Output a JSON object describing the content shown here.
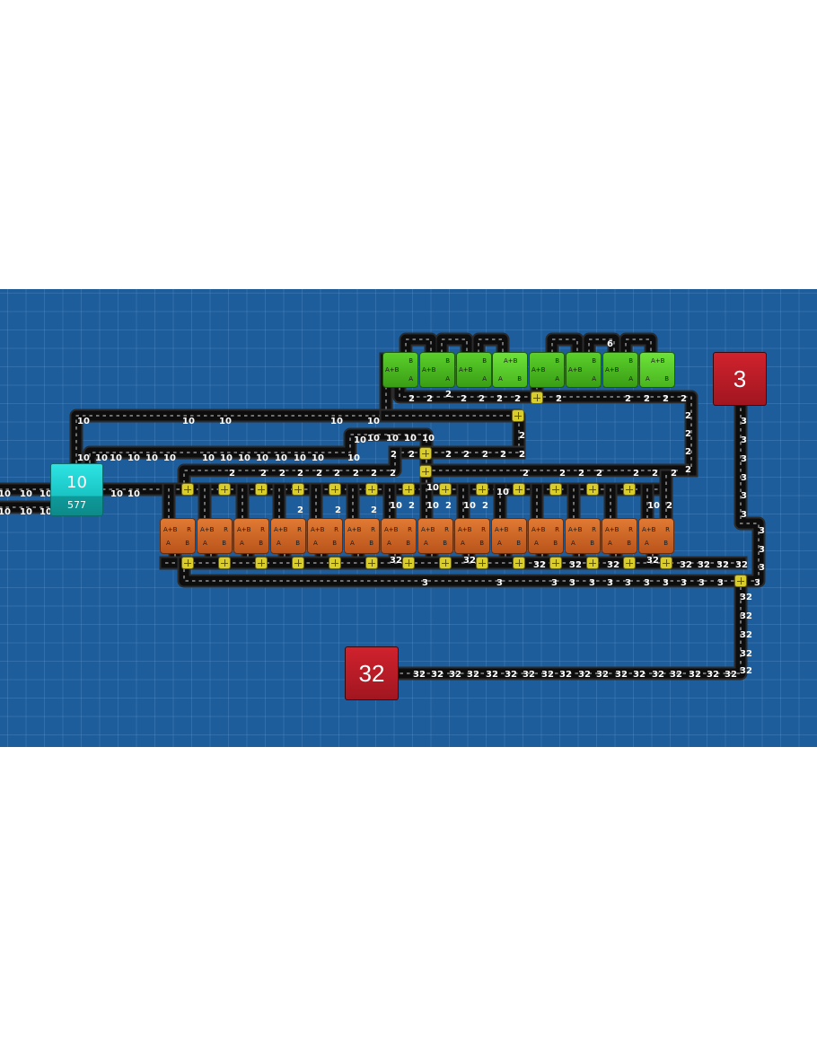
{
  "source": {
    "value": "10",
    "count": "577"
  },
  "targets": {
    "small": "3",
    "large": "32"
  },
  "adders": {
    "top_left": "A+B",
    "top_right": "R",
    "bottom_left": "A",
    "bottom_right": "B"
  },
  "green_machines": {
    "a": "A",
    "b": "B",
    "sum": "A+B"
  },
  "colors": {
    "board": "#1d5d9b",
    "belt": "#0d0d0d",
    "source": "#19c4c4",
    "target": "#b81b26",
    "adder": "#cf6727",
    "green": "#4cbb22",
    "joint": "#d9cd2e"
  },
  "icons": [
    "source-block",
    "target-block",
    "adder-machine",
    "green-machine",
    "belt-joint"
  ],
  "belt_labels": [
    [
      "10",
      -2,
      549
    ],
    [
      "10",
      22,
      549
    ],
    [
      "10",
      44,
      549
    ],
    [
      "10",
      -2,
      569
    ],
    [
      "10",
      22,
      569
    ],
    [
      "10",
      44,
      569
    ],
    [
      "10",
      123,
      549
    ],
    [
      "10",
      142,
      549
    ],
    [
      "10",
      86,
      468
    ],
    [
      "10",
      86,
      509
    ],
    [
      "10",
      106,
      509
    ],
    [
      "10",
      203,
      468
    ],
    [
      "10",
      244,
      468
    ],
    [
      "10",
      368,
      468
    ],
    [
      "10",
      409,
      468
    ],
    [
      "10",
      122,
      509
    ],
    [
      "10",
      142,
      509
    ],
    [
      "10",
      162,
      509
    ],
    [
      "10",
      182,
      509
    ],
    [
      "10",
      225,
      509
    ],
    [
      "10",
      245,
      509
    ],
    [
      "10",
      265,
      509
    ],
    [
      "10",
      285,
      509
    ],
    [
      "10",
      306,
      509
    ],
    [
      "10",
      327,
      509
    ],
    [
      "10",
      347,
      509
    ],
    [
      "10",
      387,
      509
    ],
    [
      "10",
      394,
      489
    ],
    [
      "10",
      409,
      487
    ],
    [
      "10",
      430,
      487
    ],
    [
      "10",
      450,
      487
    ],
    [
      "10",
      470,
      487
    ],
    [
      "2",
      455,
      443
    ],
    [
      "2",
      475,
      443
    ],
    [
      "2",
      496,
      438
    ],
    [
      "2",
      513,
      443
    ],
    [
      "2",
      533,
      443
    ],
    [
      "2",
      553,
      443
    ],
    [
      "2",
      573,
      443
    ],
    [
      "2",
      619,
      443
    ],
    [
      "2",
      696,
      443
    ],
    [
      "2",
      717,
      443
    ],
    [
      "2",
      738,
      443
    ],
    [
      "2",
      758,
      443
    ],
    [
      "6",
      676,
      382
    ],
    [
      "2",
      578,
      484
    ],
    [
      "2",
      578,
      505
    ],
    [
      "2",
      435,
      505
    ],
    [
      "2",
      455,
      505
    ],
    [
      "2",
      496,
      505
    ],
    [
      "2",
      516,
      505
    ],
    [
      "2",
      537,
      505
    ],
    [
      "2",
      557,
      505
    ],
    [
      "2",
      578,
      505
    ],
    [
      "2",
      763,
      462
    ],
    [
      "2",
      763,
      482
    ],
    [
      "2",
      763,
      502
    ],
    [
      "2",
      763,
      522
    ],
    [
      "2",
      255,
      526
    ],
    [
      "2",
      290,
      526
    ],
    [
      "2",
      311,
      526
    ],
    [
      "2",
      331,
      526
    ],
    [
      "2",
      352,
      526
    ],
    [
      "2",
      372,
      526
    ],
    [
      "2",
      393,
      526
    ],
    [
      "2",
      413,
      526
    ],
    [
      "2",
      434,
      526
    ],
    [
      "2",
      582,
      526
    ],
    [
      "2",
      623,
      526
    ],
    [
      "2",
      644,
      526
    ],
    [
      "2",
      664,
      526
    ],
    [
      "2",
      705,
      526
    ],
    [
      "2",
      726,
      526
    ],
    [
      "2",
      747,
      526
    ],
    [
      "10",
      475,
      542
    ],
    [
      "10",
      553,
      547
    ],
    [
      "2",
      331,
      567
    ],
    [
      "2",
      373,
      567
    ],
    [
      "2",
      413,
      567
    ],
    [
      "10",
      434,
      562
    ],
    [
      "2",
      455,
      562
    ],
    [
      "10",
      475,
      562
    ],
    [
      "2",
      496,
      562
    ],
    [
      "10",
      516,
      562
    ],
    [
      "2",
      537,
      562
    ],
    [
      "2",
      742,
      562
    ],
    [
      "10",
      721,
      562
    ],
    [
      "3",
      825,
      468
    ],
    [
      "3",
      825,
      489
    ],
    [
      "3",
      825,
      510
    ],
    [
      "3",
      825,
      531
    ],
    [
      "3",
      825,
      551
    ],
    [
      "3",
      825,
      572
    ],
    [
      "3",
      845,
      590
    ],
    [
      "3",
      845,
      611
    ],
    [
      "3",
      845,
      631
    ],
    [
      "3",
      840,
      648
    ],
    [
      "32",
      434,
      623
    ],
    [
      "32",
      516,
      623
    ],
    [
      "32",
      594,
      628
    ],
    [
      "32",
      634,
      628
    ],
    [
      "32",
      676,
      628
    ],
    [
      "32",
      720,
      623
    ],
    [
      "32",
      757,
      628
    ],
    [
      "32",
      777,
      628
    ],
    [
      "32",
      798,
      628
    ],
    [
      "32",
      819,
      628
    ],
    [
      "3",
      470,
      648
    ],
    [
      "3",
      553,
      648
    ],
    [
      "3",
      614,
      648
    ],
    [
      "3",
      634,
      648
    ],
    [
      "3",
      656,
      648
    ],
    [
      "3",
      676,
      648
    ],
    [
      "3",
      696,
      648
    ],
    [
      "3",
      717,
      648
    ],
    [
      "3",
      738,
      648
    ],
    [
      "3",
      758,
      648
    ],
    [
      "3",
      778,
      648
    ],
    [
      "3",
      799,
      648
    ],
    [
      "32",
      824,
      664
    ],
    [
      "32",
      824,
      685
    ],
    [
      "32",
      824,
      706
    ],
    [
      "32",
      824,
      727
    ],
    [
      "32",
      824,
      746
    ],
    [
      "32",
      460,
      750
    ],
    [
      "32",
      480,
      750
    ],
    [
      "32",
      500,
      750
    ],
    [
      "32",
      520,
      750
    ],
    [
      "32",
      541,
      750
    ],
    [
      "32",
      562,
      750
    ],
    [
      "32",
      582,
      750
    ],
    [
      "32",
      603,
      750
    ],
    [
      "32",
      623,
      750
    ],
    [
      "32",
      644,
      750
    ],
    [
      "32",
      664,
      750
    ],
    [
      "32",
      685,
      750
    ],
    [
      "32",
      705,
      750
    ],
    [
      "32",
      726,
      750
    ],
    [
      "32",
      746,
      750
    ],
    [
      "32",
      767,
      750
    ],
    [
      "32",
      787,
      750
    ],
    [
      "32",
      807,
      750
    ]
  ]
}
